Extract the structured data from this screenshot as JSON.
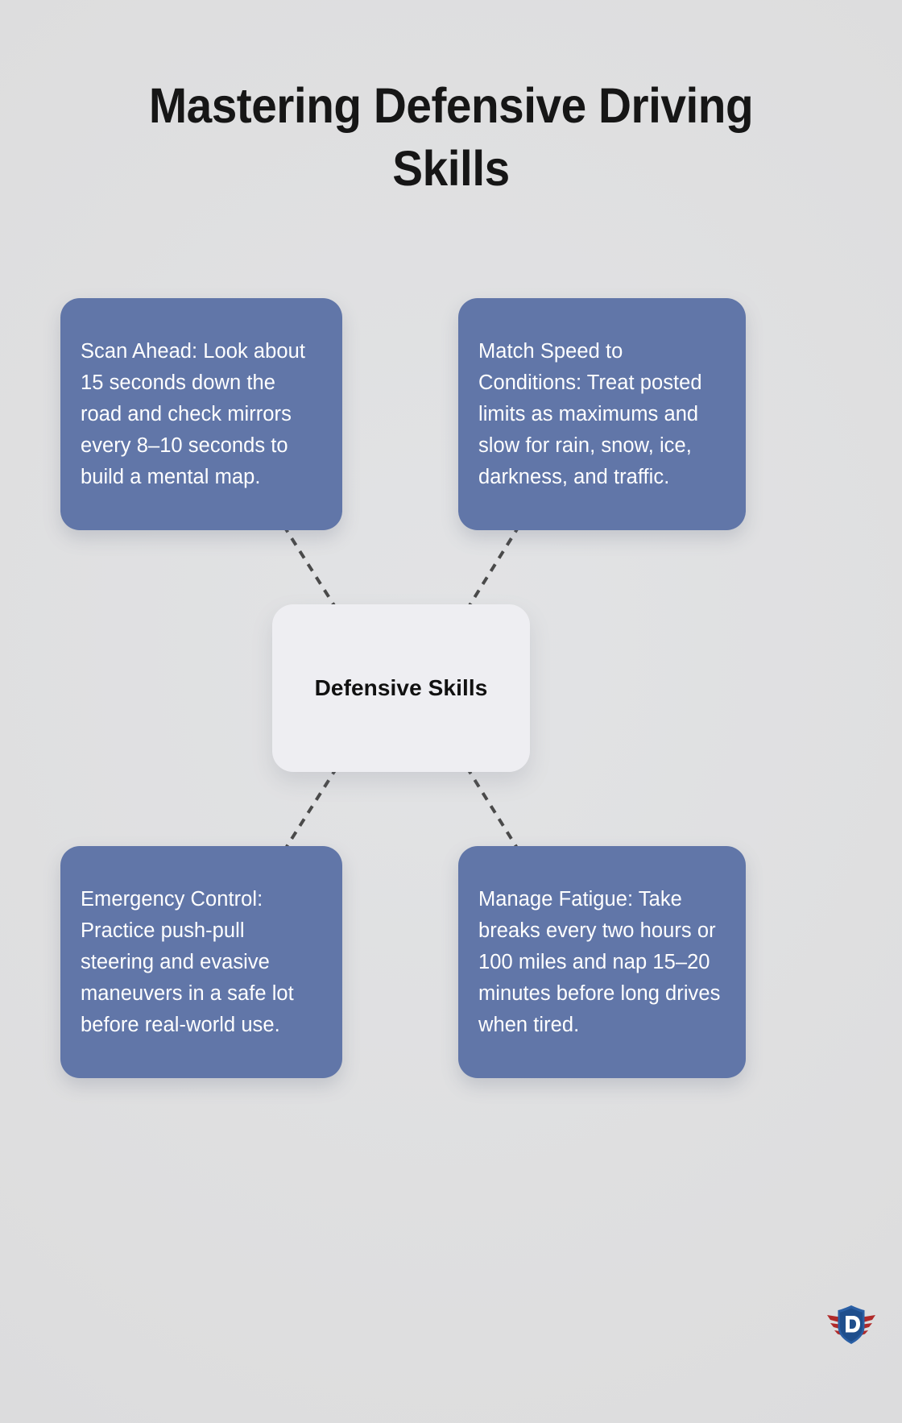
{
  "page": {
    "title": "Mastering Defensive Driving Skills",
    "background_color": "#dededf"
  },
  "diagram": {
    "type": "hub-and-spoke",
    "center": {
      "label": "Defensive Skills",
      "background_color": "#eeeef2",
      "text_color": "#111111"
    },
    "connector_style": {
      "stroke": "#4a4a4a",
      "dash": "10 9",
      "width": 4
    },
    "nodes": [
      {
        "id": "scan-ahead",
        "position": "top-left",
        "text": "Scan Ahead: Look about 15 seconds down the road and check mirrors every 8–10 seconds to build a mental map.",
        "background_color": "#6176a8",
        "text_color": "#ffffff"
      },
      {
        "id": "match-speed",
        "position": "top-right",
        "text": "Match Speed to Conditions: Treat posted limits as maximums and slow for rain, snow, ice, darkness, and traffic.",
        "background_color": "#6176a8",
        "text_color": "#ffffff"
      },
      {
        "id": "emergency-control",
        "position": "bottom-left",
        "text": "Emergency Control: Practice push-pull steering and evasive maneuvers in a safe lot before real-world use.",
        "background_color": "#6176a8",
        "text_color": "#ffffff"
      },
      {
        "id": "manage-fatigue",
        "position": "bottom-right",
        "text": "Manage Fatigue: Take breaks every two hours or 100 miles and nap 15–20 minutes before long drives when tired.",
        "background_color": "#6176a8",
        "text_color": "#ffffff"
      }
    ]
  },
  "logo": {
    "name": "shield-d-wings-logo",
    "letter": "D",
    "shield_color": "#1f4e8c",
    "shield_outline_color": "#2a5fa5",
    "wing_color": "#b02a2a"
  }
}
